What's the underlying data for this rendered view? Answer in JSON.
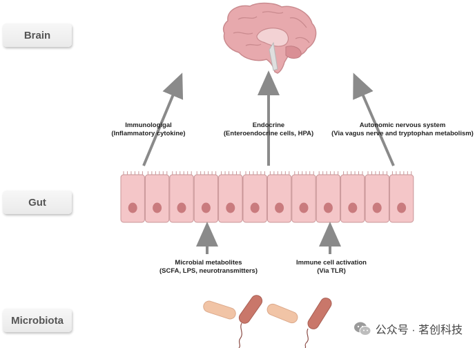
{
  "levels": {
    "brain": "Brain",
    "gut": "Gut",
    "microbiota": "Microbiota"
  },
  "pathways_up": [
    {
      "title": "Immunologigal",
      "detail": "(Inflammatory cytokine)"
    },
    {
      "title": "Endocrine",
      "detail": "(Enteroendocrine cells, HPA)"
    },
    {
      "title": "Autonomic nervous system",
      "detail": "(Via vagus nerve and tryptophan metabolism)"
    }
  ],
  "pathways_bottom": [
    {
      "title": "Microbial metabolites",
      "detail": "(SCFA, LPS, neurotransmitters)"
    },
    {
      "title": "Immune cell activation",
      "detail": "(Via TLR)"
    }
  ],
  "watermark": "公众号 · 茗创科技",
  "colors": {
    "cell_fill": "#f4c6c8",
    "cell_border": "#c99597",
    "nucleus": "#c97b7e",
    "arrow": "#8a8a8a",
    "bacteria_light": "#f1c4a6",
    "bacteria_dark": "#c9776a",
    "brain": "#e7a9ad"
  }
}
